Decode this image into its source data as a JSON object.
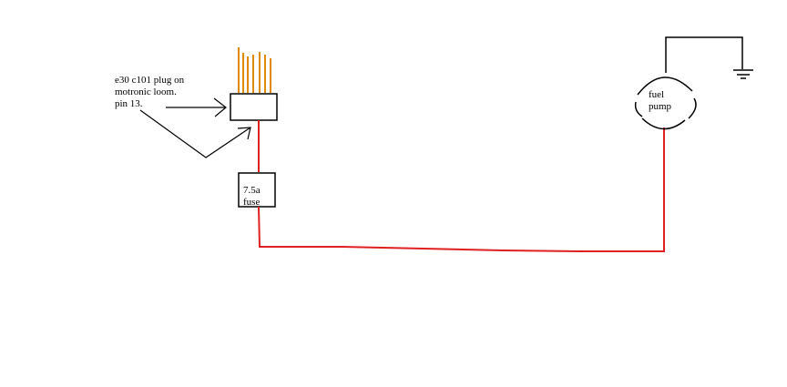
{
  "labels": {
    "plug_note": "e30 c101 plug on\nmotronic loom.\npin 13.",
    "fuse": "7.5a\nfuse",
    "pump": "fuel\npump"
  },
  "colors": {
    "wire_power": "#e02020",
    "loom_wires": "#e08a00",
    "ink": "#000000"
  },
  "icons": {
    "ground": "ground-symbol-icon"
  }
}
